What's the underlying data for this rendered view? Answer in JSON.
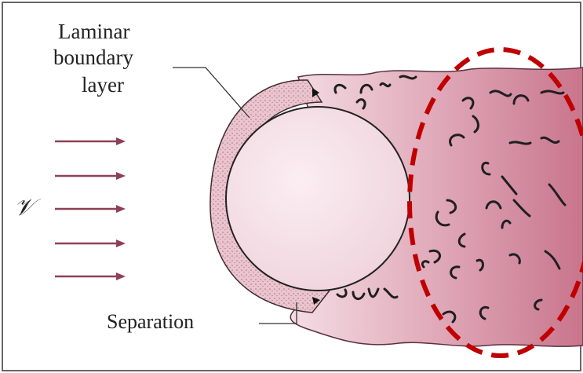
{
  "labels": {
    "laminar_line1": "Laminar",
    "laminar_line2": "boundary",
    "laminar_line3": "layer",
    "velocity_symbol": "𝒱",
    "separation": "Separation"
  },
  "colors": {
    "wake_light": "#f4dde5",
    "wake_dark": "#c9758c",
    "boundary_layer": "#e8c0cc",
    "cylinder": "#f7e6ed",
    "arrow": "#8e4056",
    "highlight_ellipse": "#c00000",
    "ink": "#222222"
  },
  "icons": {
    "flow_arrows": "arrow-right-icon",
    "separation_marks": "arrowhead-icon"
  }
}
